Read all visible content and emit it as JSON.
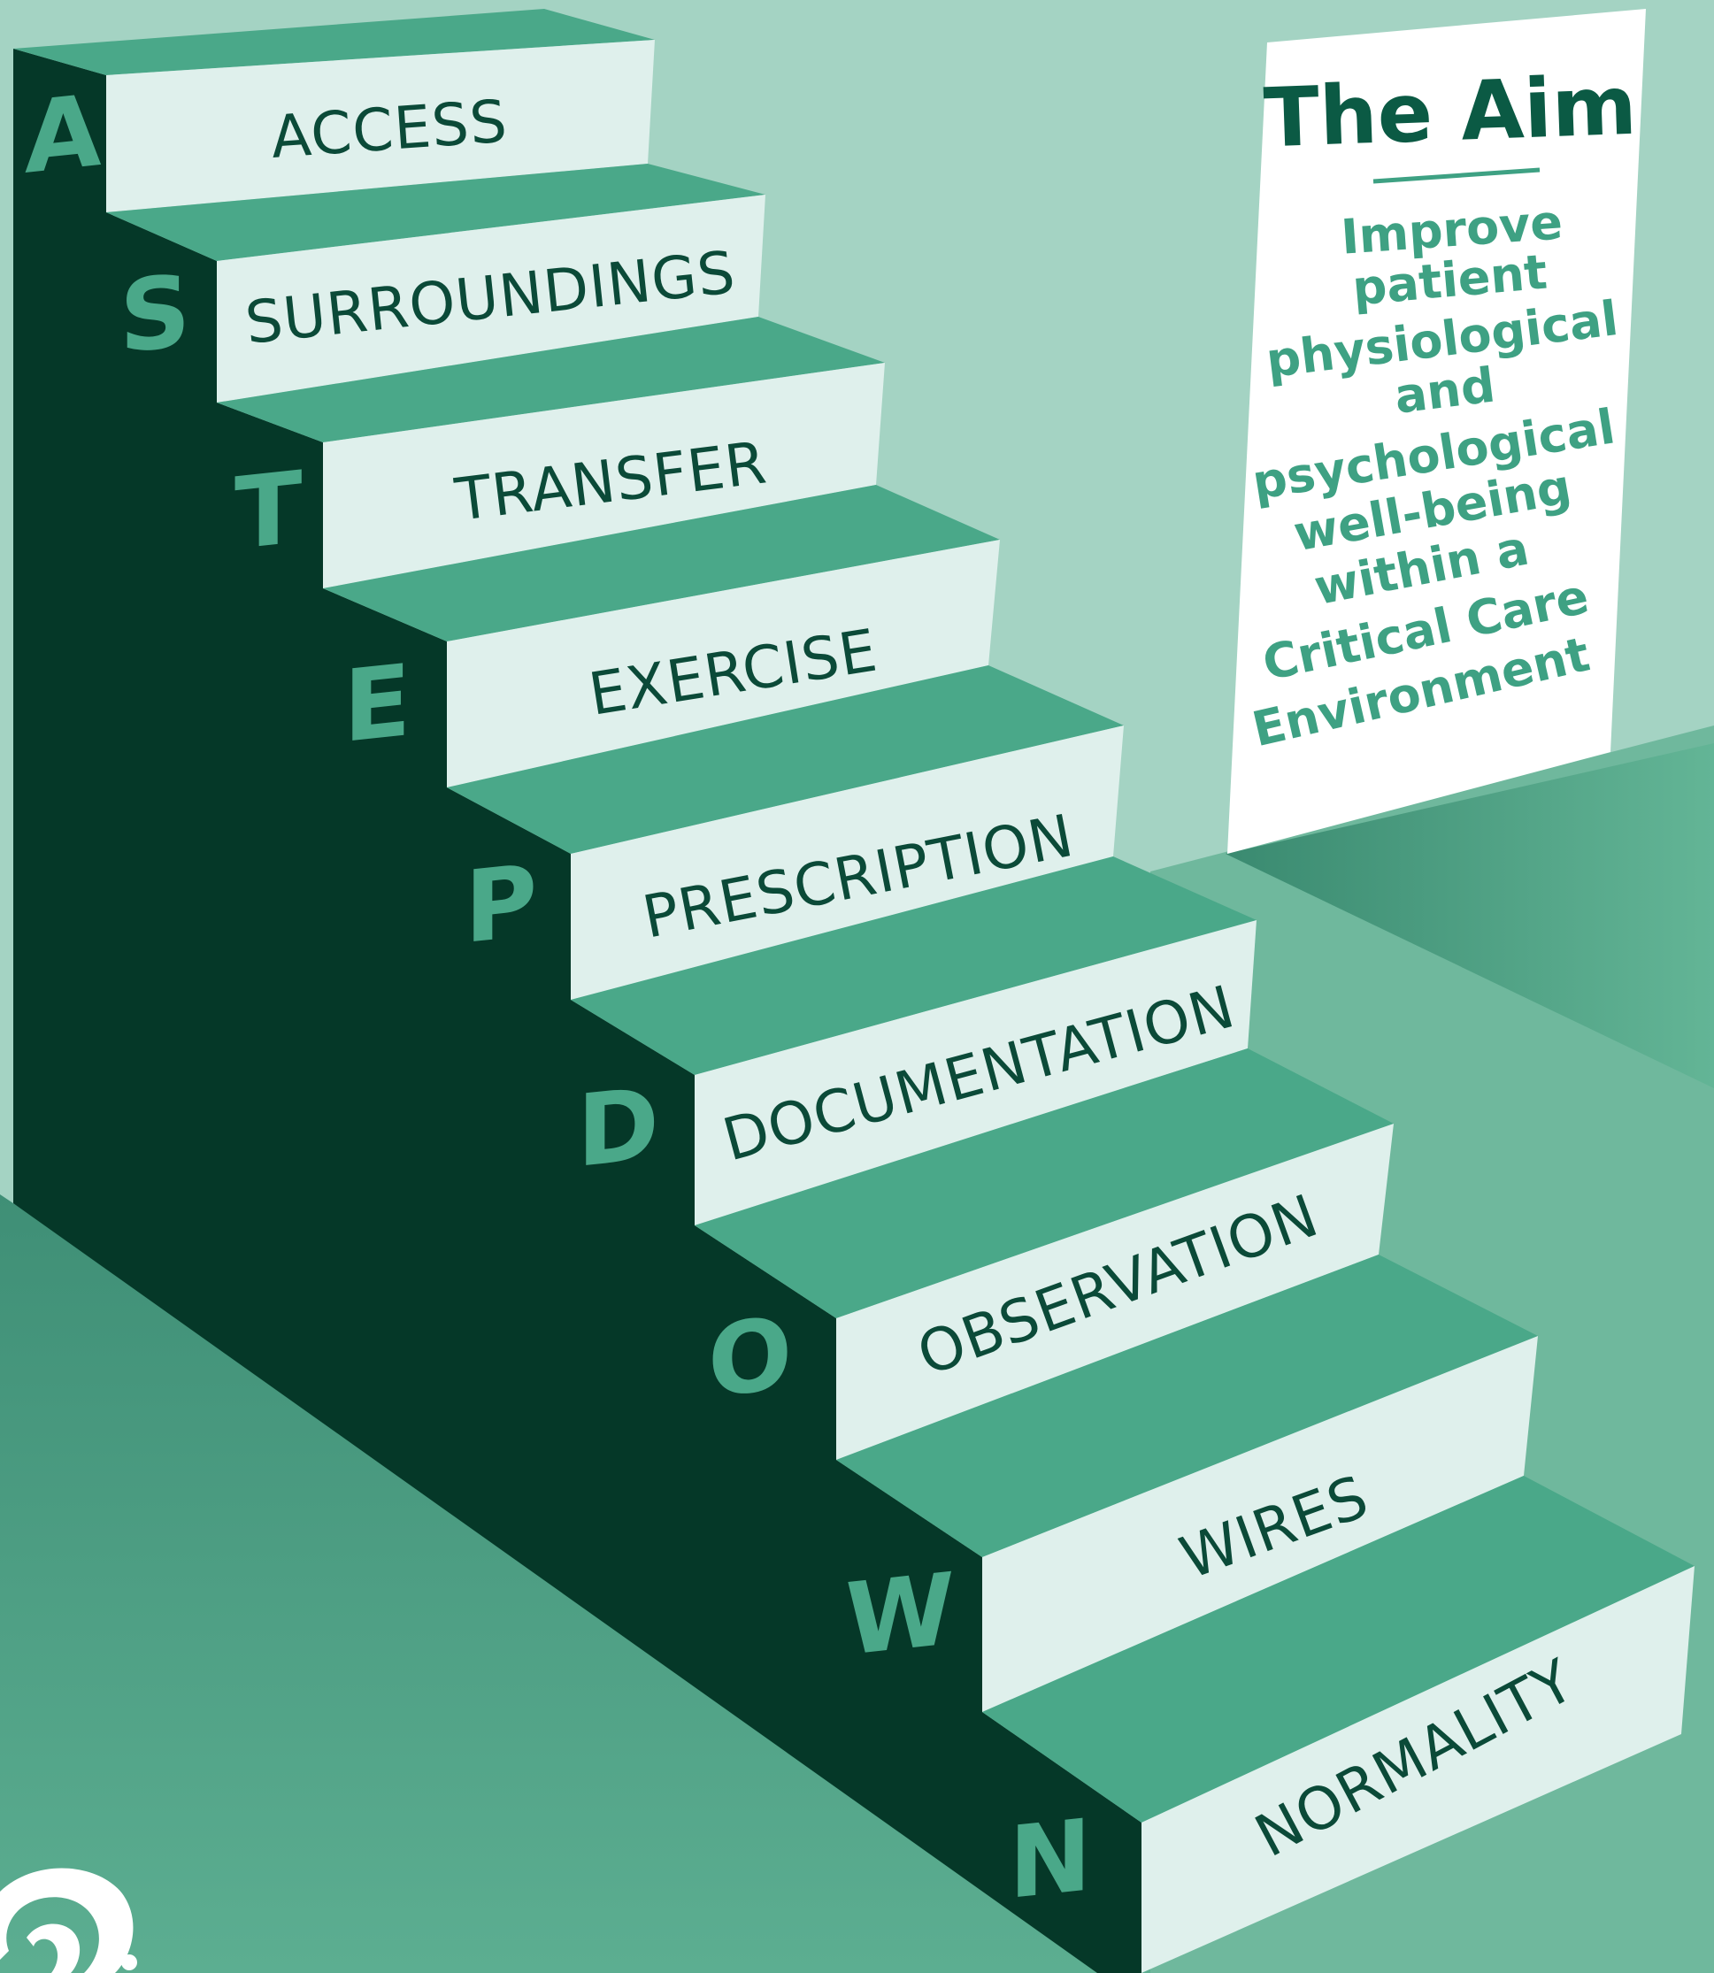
{
  "staircase": {
    "steps": [
      {
        "letter": "A",
        "label": "ACCESS"
      },
      {
        "letter": "S",
        "label": "SURROUNDINGS"
      },
      {
        "letter": "T",
        "label": "TRANSFER"
      },
      {
        "letter": "E",
        "label": "EXERCISE"
      },
      {
        "letter": "P",
        "label": "PRESCRIPTION"
      },
      {
        "letter": "D",
        "label": "DOCUMENTATION"
      },
      {
        "letter": "O",
        "label": "OBSERVATION"
      },
      {
        "letter": "W",
        "label": "WIRES"
      },
      {
        "letter": "N",
        "label": "NORMALITY"
      }
    ]
  },
  "aim_card": {
    "title": "The Aim",
    "lines": [
      "Improve",
      "patient",
      "physiological",
      "and",
      "psychological",
      "well-being",
      "within a",
      "Critical Care",
      "Environment"
    ]
  },
  "colors": {
    "background_light": "#a4d3c3",
    "floor": "#4f9f85",
    "stair_side": "#053828",
    "tread": "#4aa889",
    "riser": "#dff0ec",
    "text_dark": "#0b4a38",
    "text_accent": "#3ea183"
  },
  "icons": {
    "corner_logo": "swirl-logo-icon"
  }
}
